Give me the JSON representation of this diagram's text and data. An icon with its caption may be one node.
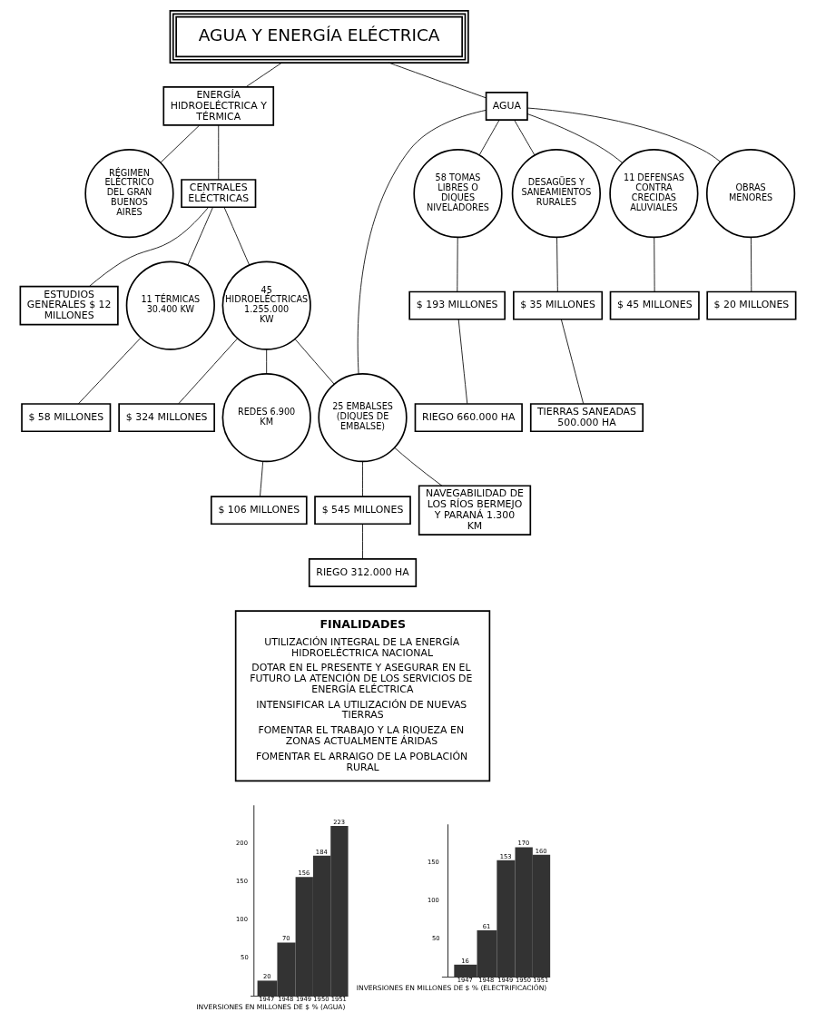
{
  "diagram": {
    "nodes": [
      {
        "text": [
          "AGUA Y ENERGÍA ELÉCTRICA"
        ]
      },
      {
        "text": [
          "ENERGÍA HIDROELÉCTRICA Y TÉRMICA"
        ]
      },
      {
        "text": [
          "AGUA"
        ]
      },
      {
        "text": [
          "RÉGIMEN ELÉCTRICO DEL GRAN BUENOS AIRES"
        ]
      },
      {
        "text": [
          "CENTRALES ELÉCTRICAS"
        ]
      },
      {
        "text": [
          "ESTUDIOS GENERALES $ 12 MILLONES"
        ]
      },
      {
        "text": [
          "11 TÉRMICAS 30.400 KW"
        ]
      },
      {
        "text": [
          "$ 58 MILLONES"
        ]
      },
      {
        "text": [
          "45 HIDROELÉCTRICAS 1.255.000 KW"
        ]
      },
      {
        "text": [
          "$ 324 MILLONES"
        ]
      },
      {
        "text": [
          "REDES 6.900 KM"
        ]
      },
      {
        "text": [
          "$ 106 MILLONES"
        ]
      },
      {
        "text": [
          "25 EMBALSES (DIQUES DE EMBALSE)"
        ]
      },
      {
        "text": [
          "$ 545 MILLONES"
        ]
      },
      {
        "text": [
          "RIEGO 312.000 HA"
        ]
      },
      {
        "text": [
          "NAVEGABILIDAD DE LOS RÍOS BERMEJO Y PARANÁ 1.300 KM"
        ]
      },
      {
        "text": [
          "58 TOMAS LIBRES O DIQUES NIVELADORES"
        ]
      },
      {
        "text": [
          "$ 193 MILLONES"
        ]
      },
      {
        "text": [
          "RIEGO 660.000 HA"
        ]
      },
      {
        "text": [
          "DESAGÜES Y SANEAMIENTOS RURALES"
        ]
      },
      {
        "text": [
          "$ 35 MILLONES"
        ]
      },
      {
        "text": [
          "TIERRAS SANEADAS 500.000 HA"
        ]
      },
      {
        "text": [
          "11 DEFENSAS CONTRA CRECIDAS ALUVIALES"
        ]
      },
      {
        "text": [
          "$ 45 MILLONES"
        ]
      },
      {
        "text": [
          "OBRAS MENORES"
        ]
      },
      {
        "text": [
          "$ 20 MILLONES"
        ]
      },
      {
        "text": [
          "FINALIDADES",
          "UTILIZACIÓN INTEGRAL DE LA ENERGÍA HIDROELÉCTRICA NACIONAL",
          "DOTAR EN EL PRESENTE Y ASEGURAR EN EL FUTURO LA ATENCIÓN DE LOS SERVICIOS DE ENERGÍA ELÉCTRICA",
          "INTENSIFICAR LA UTILIZACIÓN DE NUEVAS TIERRAS",
          "FOMENTAR EL TRABAJO Y LA RIQUEZA EN ZONAS ACTUALMENTE ÁRIDAS",
          "FOMENTAR EL ARRAIGO DE LA POBLACIÓN RURAL"
        ]
      }
    ],
    "edges": [
      {
        "from": 0,
        "to": 1,
        "arrow": "none"
      },
      {
        "from": 0,
        "to": 2,
        "arrow": "none"
      },
      {
        "from": 1,
        "to": 3,
        "arrow": "none"
      },
      {
        "from": 1,
        "to": 4,
        "arrow": "none"
      },
      {
        "from": 4,
        "to": 5,
        "arrow": "none"
      },
      {
        "from": 4,
        "to": 6,
        "arrow": "none"
      },
      {
        "from": 4,
        "to": 8,
        "arrow": "none"
      },
      {
        "from": 8,
        "to": 10,
        "arrow": "none"
      },
      {
        "from": 6,
        "to": 7,
        "arrow": "none"
      },
      {
        "from": 8,
        "to": 9,
        "arrow": "none"
      },
      {
        "from": 10,
        "to": 11,
        "arrow": "none"
      },
      {
        "from": 8,
        "to": 12,
        "arrow": "none"
      },
      {
        "from": 2,
        "to": 12,
        "arrow": "none"
      },
      {
        "from": 2,
        "to": 16,
        "arrow": "none"
      },
      {
        "from": 2,
        "to": 19,
        "arrow": "none"
      },
      {
        "from": 2,
        "to": 22,
        "arrow": "none"
      },
      {
        "from": 2,
        "to": 24,
        "arrow": "none"
      },
      {
        "from": 12,
        "to": 13,
        "arrow": "none"
      },
      {
        "from": 13,
        "to": 14,
        "arrow": "none"
      },
      {
        "from": 12,
        "to": 15,
        "arrow": "none"
      },
      {
        "from": 16,
        "to": 17,
        "arrow": "none"
      },
      {
        "from": 17,
        "to": 18,
        "arrow": "none"
      },
      {
        "from": 19,
        "to": 20,
        "arrow": "none"
      },
      {
        "from": 20,
        "to": 21,
        "arrow": "none"
      },
      {
        "from": 22,
        "to": 23,
        "arrow": "none"
      },
      {
        "from": 24,
        "to": 25,
        "arrow": "none"
      }
    ],
    "chart_data": [
      {
        "type": "bar",
        "title": "INVERSIONES EN MILLONES DE $ % (AGUA)",
        "categories": [
          "1947",
          "1948",
          "1949",
          "1950",
          "1951"
        ],
        "series": [
          {
            "color": "#333333",
            "values": [
              20,
              70,
              156,
              184,
              223
            ]
          }
        ],
        "yticks": [
          50,
          100,
          150,
          200
        ],
        "ylim": [
          0,
          250
        ],
        "data_labels": true
      },
      {
        "type": "bar",
        "title": "INVERSIONES EN MILLONES DE $ % (ELECTRIFICACIÓN)",
        "categories": [
          "1947",
          "1948",
          "1949",
          "1950",
          "1951"
        ],
        "series": [
          {
            "color": "#333333",
            "values": [
              16,
              61,
              153,
              170,
              160
            ]
          }
        ],
        "yticks": [
          50,
          100,
          150
        ],
        "ylim": [
          0,
          200
        ],
        "data_labels": true
      }
    ]
  }
}
